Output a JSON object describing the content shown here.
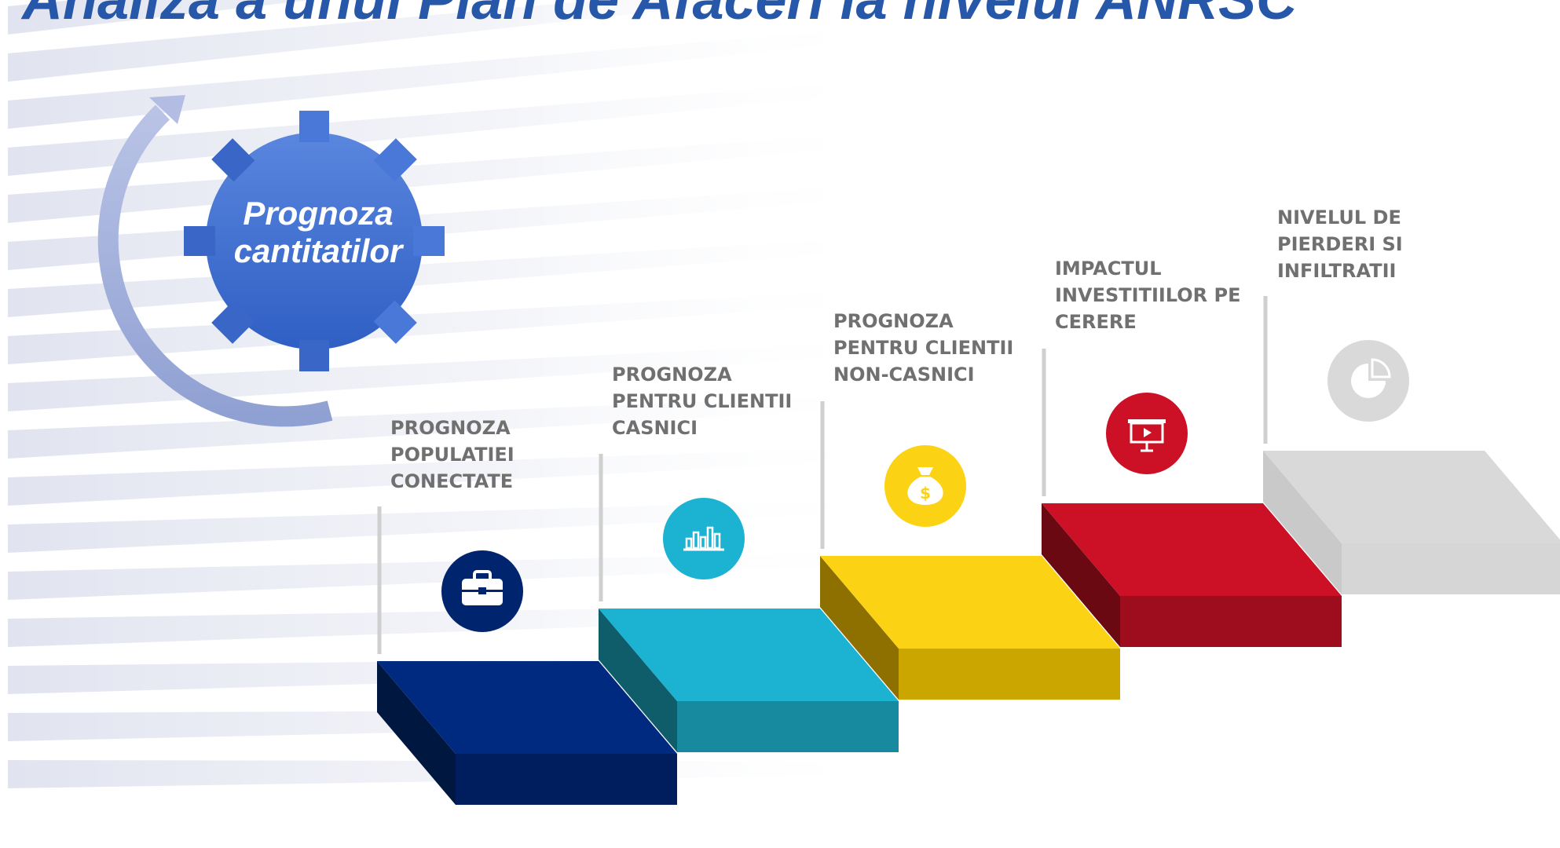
{
  "title": "Analiza a unui Plan de Afaceri la nivelul ANRSC",
  "gear": {
    "label": "Prognoza\ncantitatilor",
    "icon": "gear-icon",
    "color": "#3f6ed0",
    "arrow_color": "#a9b4d8"
  },
  "steps": [
    {
      "label": "PROGNOZA\nPOPULATIEI\nCONECTATE",
      "icon": "briefcase-icon",
      "top": "#002a80",
      "front": "#001d5e",
      "side": "#00173f",
      "circle": "#00246d"
    },
    {
      "label": "PROGNOZA\nPENTRU CLIENTII\nCASNICI",
      "icon": "bar-chart-icon",
      "top": "#1cb2d2",
      "front": "#178a9f",
      "side": "#0f5c6b",
      "circle": "#1cb2d2"
    },
    {
      "label": "PROGNOZA\nPENTRU CLIENTII\nNON-CASNICI",
      "icon": "money-bag-icon",
      "top": "#fbd314",
      "front": "#cba500",
      "side": "#8d7000",
      "circle": "#fbd314"
    },
    {
      "label": "IMPACTUL\nINVESTITIILOR PE\nCERERE",
      "icon": "presentation-icon",
      "top": "#cc1126",
      "front": "#9e0d1d",
      "side": "#6b0913",
      "circle": "#cc1126"
    },
    {
      "label": "NIVELUL DE\nPIERDERI SI\nINFILTRATII",
      "icon": "pie-chart-icon",
      "top": "#d9d9d9",
      "front": "#d6d6d6",
      "side": "#c9c9c9",
      "circle": "#d9d9d9"
    }
  ]
}
